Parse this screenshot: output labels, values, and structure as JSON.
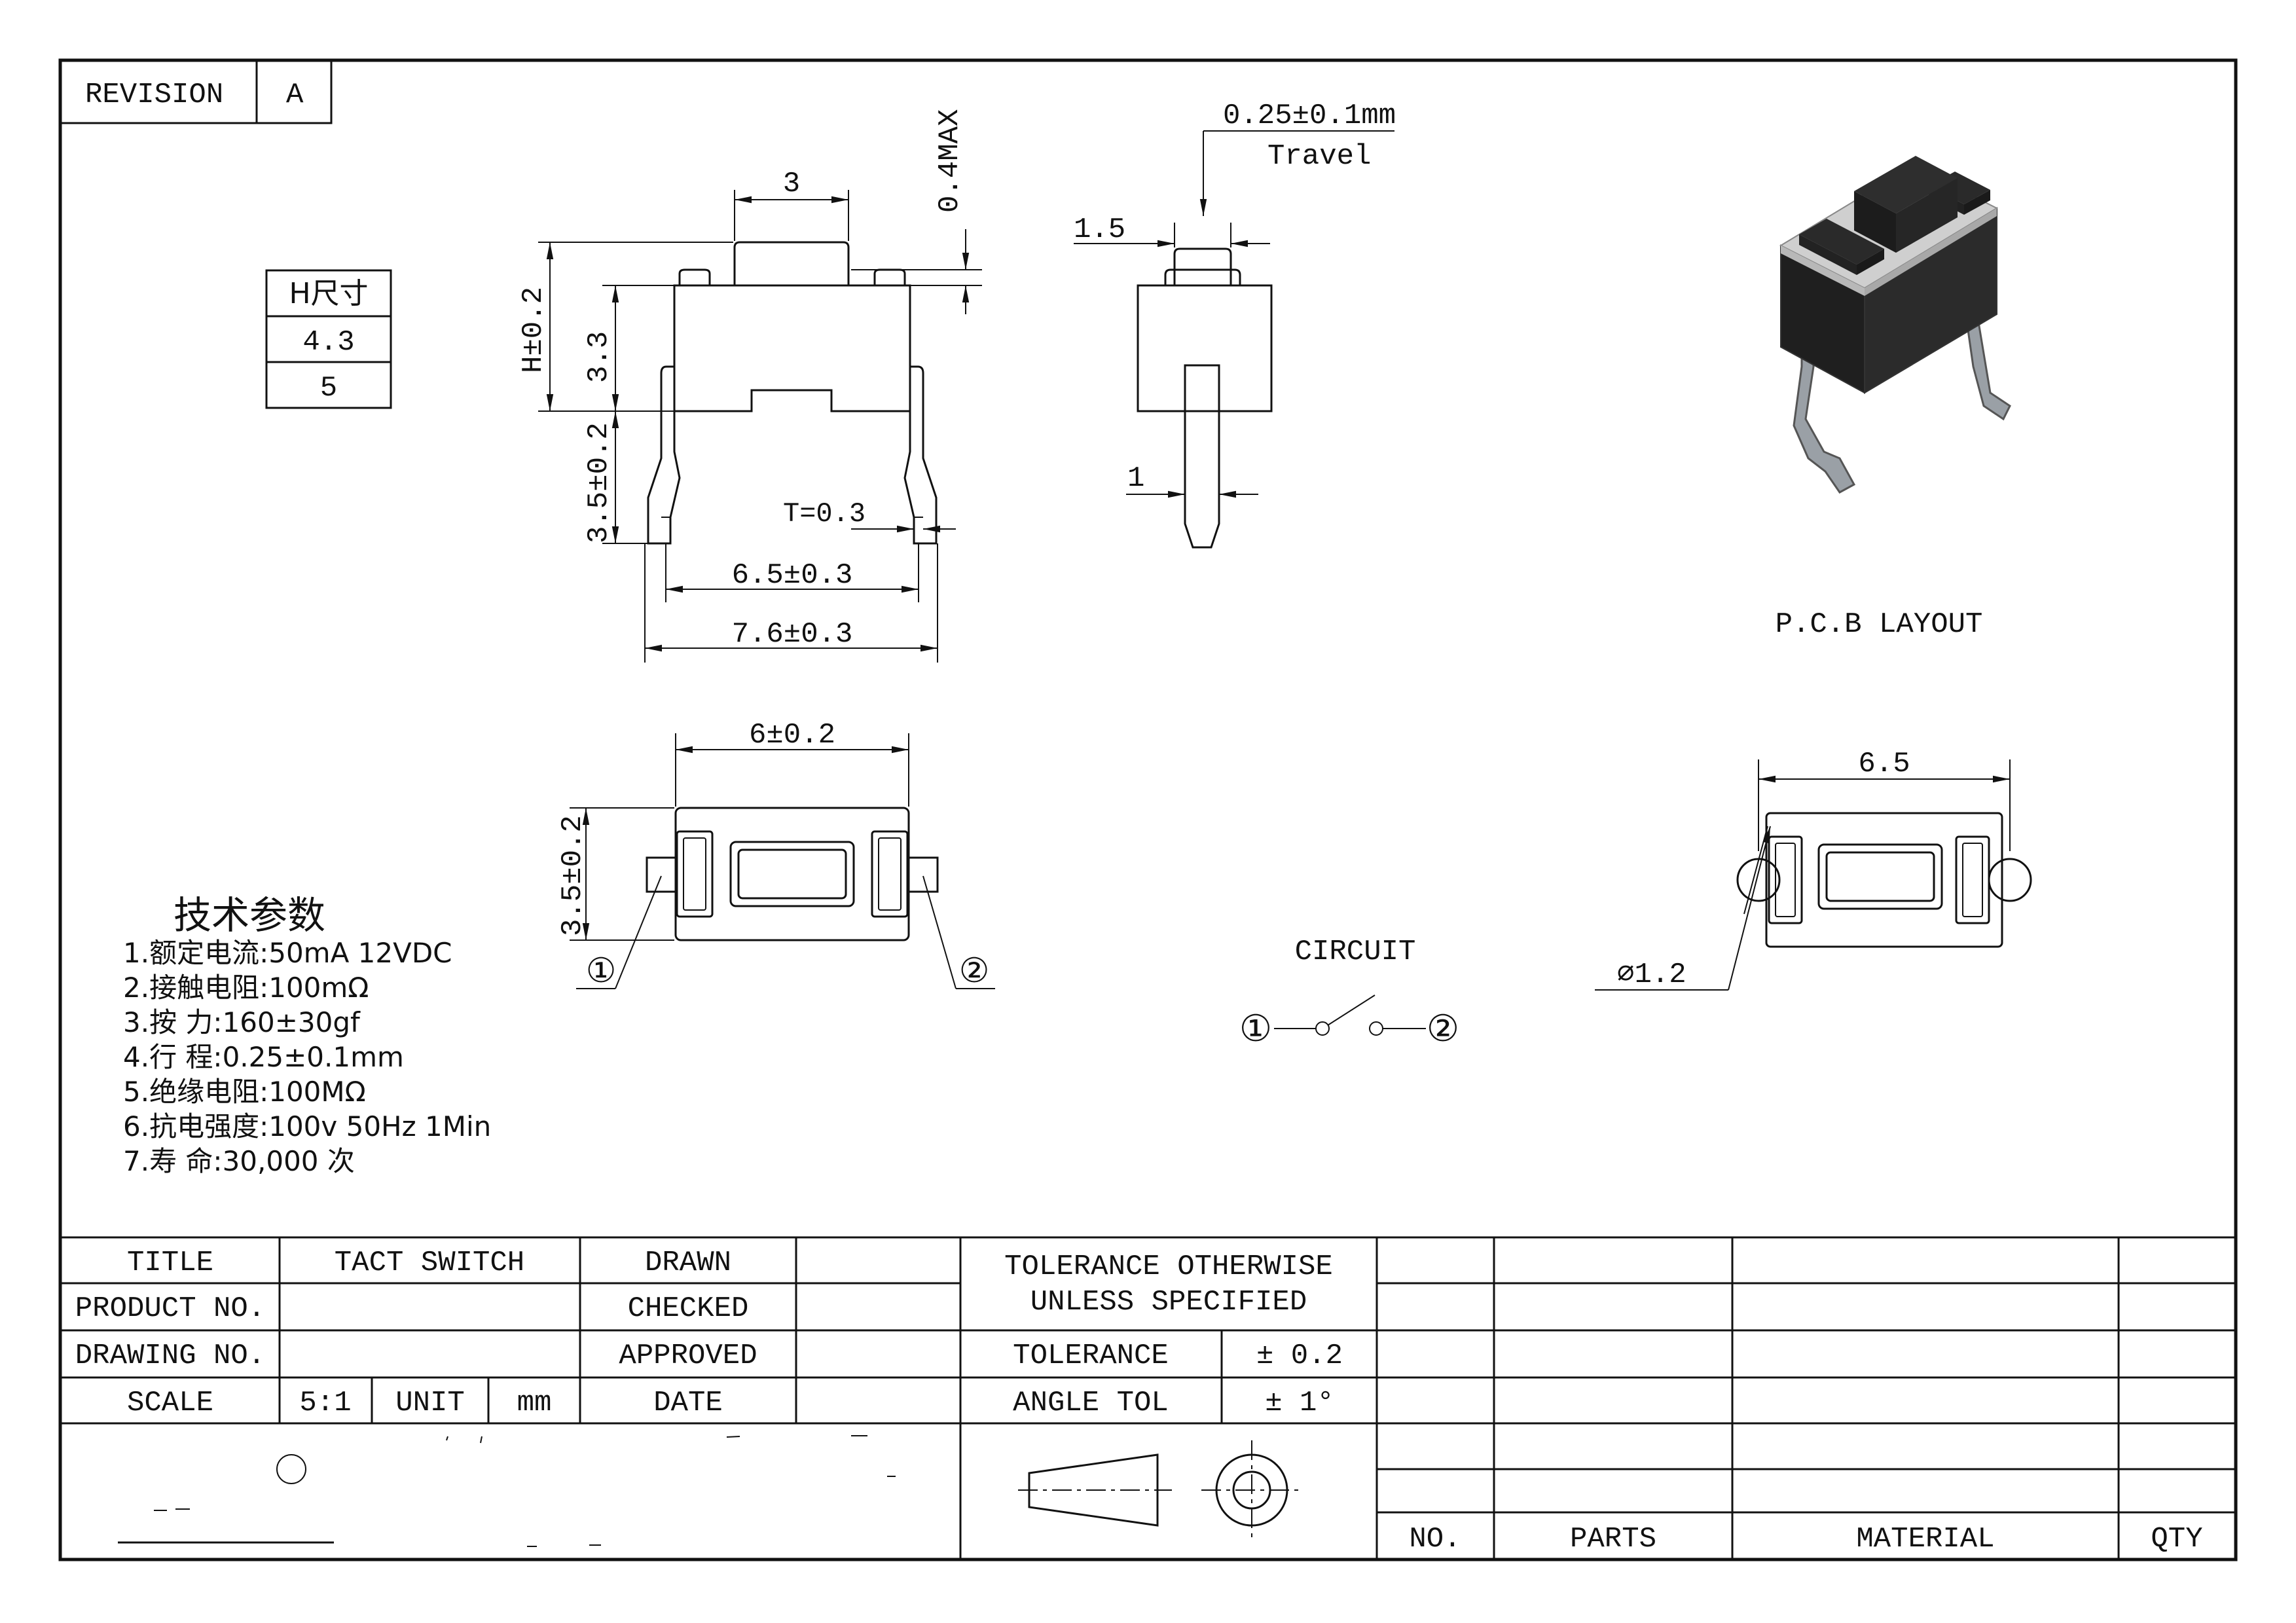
{
  "revision": {
    "label": "REVISION",
    "value": "A"
  },
  "h_table": {
    "header": "H尺寸",
    "values": [
      "4.3",
      "5"
    ]
  },
  "side_view_dims": {
    "button_width": "3",
    "travel_max": "0.4MAX",
    "height": "H±0.2",
    "body_height": "3.3",
    "lead_length": "3.5±0.2",
    "thickness": "T=0.3",
    "inner_span": "6.5±0.3",
    "outer_span": "7.6±0.3"
  },
  "front_view_dims": {
    "travel": "0.25±0.1mm",
    "travel_label": "Travel",
    "button_width": "1.5",
    "lead_width": "1"
  },
  "top_view_dims": {
    "width": "6±0.2",
    "depth": "3.5±0.2",
    "pin1": "①",
    "pin2": "②"
  },
  "pcb_layout": {
    "title": "P.C.B LAYOUT",
    "span": "6.5",
    "hole": "∅1.2"
  },
  "circuit": {
    "title": "CIRCUIT",
    "pin1": "①",
    "pin2": "②"
  },
  "specs": {
    "title": "技术参数",
    "items": [
      "1.额定电流:50mA 12VDC",
      "2.接触电阻:100mΩ",
      "3.按    力:160±30gf",
      "4.行    程:0.25±0.1mm",
      "5.绝缘电阻:100MΩ",
      "6.抗电强度:100v 50Hz 1Min",
      "7.寿    命:30,000  次"
    ]
  },
  "title_block": {
    "title_label": "TITLE",
    "title_value": "TACT SWITCH",
    "product_label": "PRODUCT NO.",
    "drawing_label": "DRAWING NO.",
    "scale_label": "SCALE",
    "scale_value": "5:1",
    "unit_label": "UNIT",
    "unit_value": "mm",
    "drawn": "DRAWN",
    "checked": "CHECKED",
    "approved": "APPROVED",
    "date": "DATE",
    "tolerance_note_1": "TOLERANCE OTHERWISE",
    "tolerance_note_2": "UNLESS SPECIFIED",
    "tolerance_label": "TOLERANCE",
    "tolerance_value": "± 0.2",
    "angle_label": "ANGLE TOL",
    "angle_value": "± 1°"
  },
  "parts_table": {
    "headers": [
      "NO.",
      "PARTS",
      "MATERIAL",
      "QTY"
    ]
  },
  "colors": {
    "line": "#111111",
    "body_dark": "#2a2a2a",
    "body_light": "#c8c8c8",
    "metal": "#9aa0a6"
  }
}
